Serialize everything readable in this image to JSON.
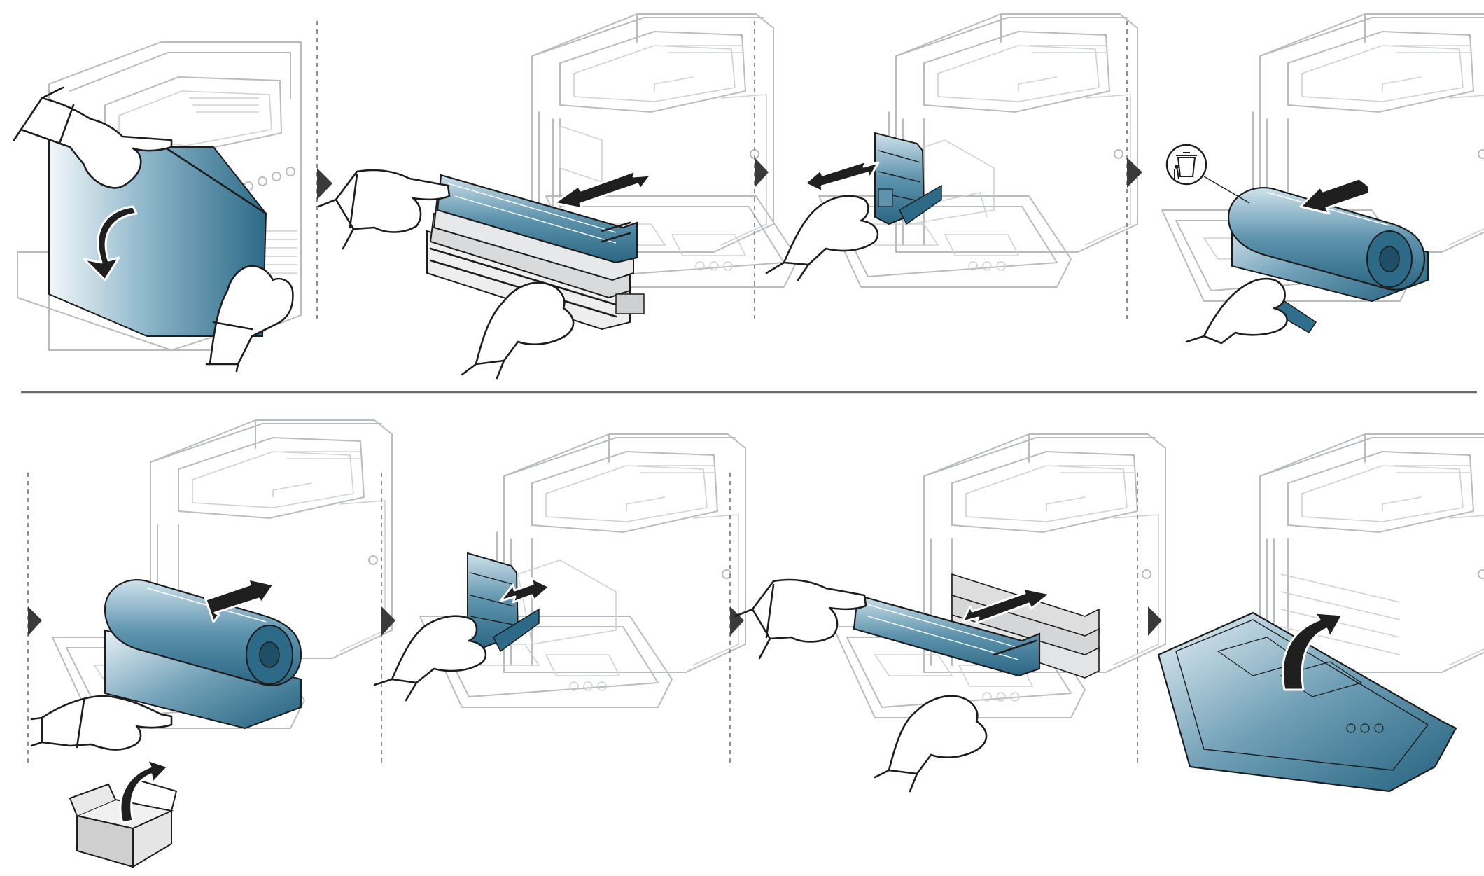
{
  "diagram": {
    "steps_top": [
      "open-front-cover",
      "remove-toner-cartridges",
      "remove-waste-toner-container",
      "remove-imaging-unit"
    ],
    "steps_bottom": [
      "insert-imaging-unit",
      "insert-waste-toner-container",
      "insert-toner-cartridges",
      "close-front-cover"
    ],
    "icons": [
      "trash-disposal-icon",
      "packaging-box-icon"
    ]
  },
  "colors": {
    "part_dark": "#2f6f8c",
    "part_mid": "#6a9fb8",
    "part_light": "#dceaf2",
    "outline": "#b9bcbf",
    "ink": "#1d1d1d",
    "divider": "#6b6b6b"
  }
}
